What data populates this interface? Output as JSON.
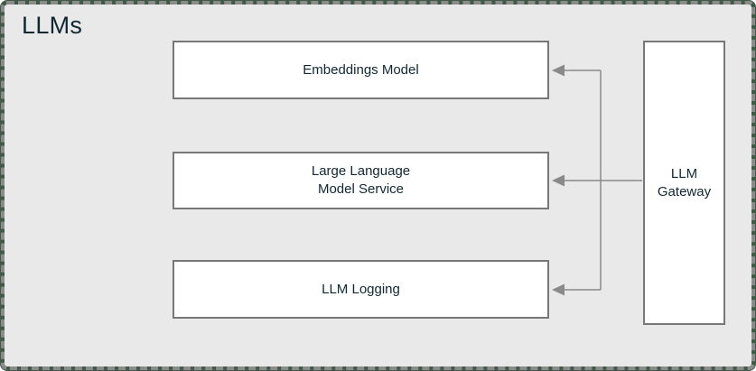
{
  "container": {
    "label": "LLMs"
  },
  "nodes": [
    {
      "id": "embeddings-model",
      "label": "Embeddings Model"
    },
    {
      "id": "large-language-model-service",
      "label": "Large Language\nModel Service"
    },
    {
      "id": "llm-logging",
      "label": "LLM Logging"
    },
    {
      "id": "llm-gateway",
      "label": "LLM\nGateway"
    }
  ],
  "edges": [
    {
      "from": "llm-gateway",
      "to": "embeddings-model",
      "arrow": "into-target"
    },
    {
      "from": "llm-gateway",
      "to": "large-language-model-service",
      "arrow": "into-target"
    },
    {
      "from": "llm-gateway",
      "to": "llm-logging",
      "arrow": "into-target"
    }
  ],
  "colors": {
    "frame_border": "#405a47",
    "dashed_border": "#8b8b8b",
    "canvas_background": "#e9e9e9",
    "node_fill": "#ffffff",
    "node_border": "#777777",
    "connector": "#8a8a8a",
    "text": "#0f2733"
  }
}
